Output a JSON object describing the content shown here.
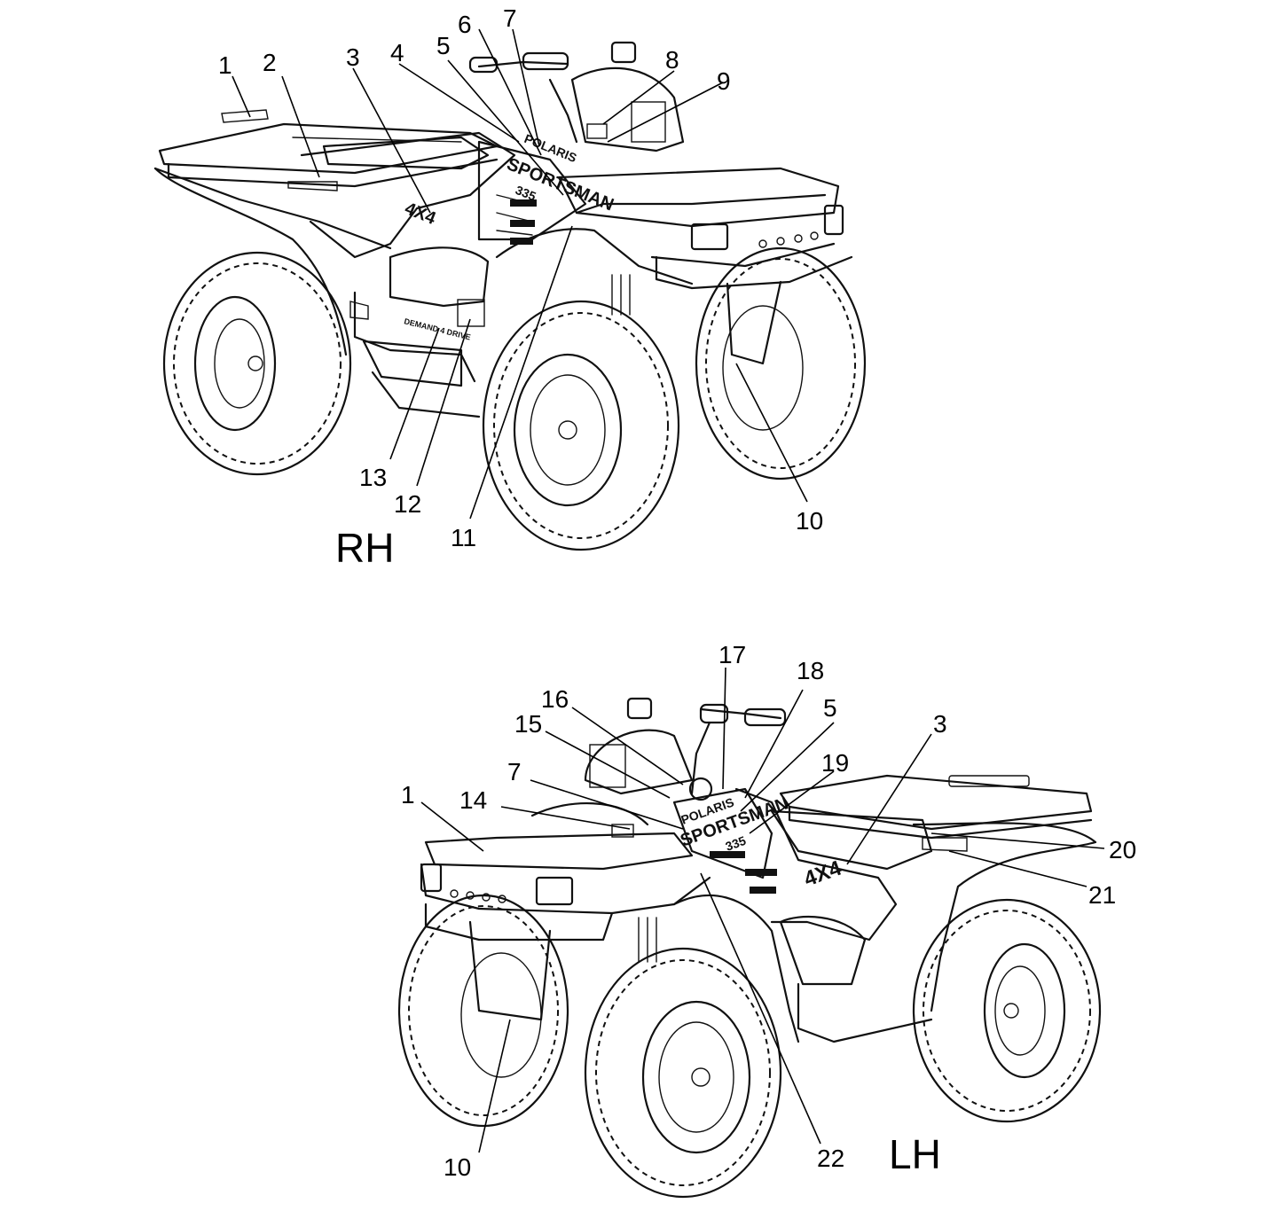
{
  "views": {
    "rh": {
      "label": "RH",
      "callouts": [
        "1",
        "2",
        "3",
        "4",
        "5",
        "6",
        "7",
        "8",
        "9",
        "10",
        "11",
        "12",
        "13"
      ],
      "decals": {
        "brand": "POLARIS",
        "model": "SPORTSMAN",
        "displacement": "335",
        "drive": "4X4",
        "panel": "DEMAND 4 DRIVE"
      }
    },
    "lh": {
      "label": "LH",
      "callouts": [
        "17",
        "18",
        "5",
        "16",
        "15",
        "19",
        "3",
        "7",
        "1",
        "14",
        "20",
        "21",
        "10",
        "22"
      ],
      "decals": {
        "brand": "POLARIS",
        "model": "SPORTSMAN",
        "displacement": "335",
        "drive": "4X4"
      }
    }
  }
}
